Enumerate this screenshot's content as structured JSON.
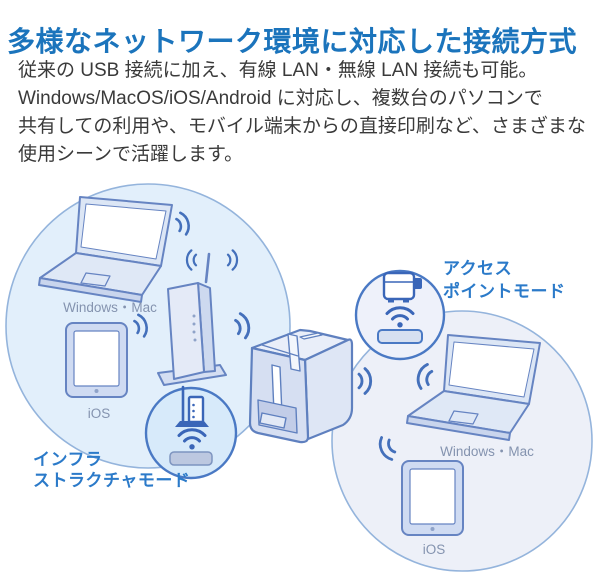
{
  "page": {
    "title": "多様なネットワーク環境に対応した接続方式",
    "description_lines": [
      "従来の USB 接続に加え、有線 LAN・無線 LAN 接続も可能。",
      "Windows/MacOS/iOS/Android に対応し、複数台のパソコンで",
      "共有しての利用や、モバイル端末からの直接印刷など、さまざまな",
      "使用シーンで活躍します。"
    ]
  },
  "diagram": {
    "infrastructure_mode": {
      "label_line1": "インフラ",
      "label_line2": "ストラクチャモード",
      "laptop_label": "Windows・Mac",
      "tablet_label": "iOS"
    },
    "access_point_mode": {
      "label_line1": "アクセス",
      "label_line2": "ポイントモード",
      "laptop_label": "Windows・Mac",
      "tablet_label": "iOS"
    },
    "icons": {
      "wifi_waves": "double-arc wifi signal",
      "wifi_broadcast": "dot with two arcs radiating up",
      "router_badge": "wireless router on stand over wifi and bar",
      "printer_badge": "label printer over wifi and bar",
      "devices": [
        "laptop",
        "tablet",
        "wifi-router",
        "label-printer"
      ]
    },
    "colors": {
      "title_blue": "#1b74bc",
      "mode_label_blue": "#2b7ac9",
      "outline_blue": "#6684c2",
      "icon_blue": "#3a66b8",
      "wifi_blue": "#4470bb",
      "device_label_gray": "#8493af",
      "left_circle_fill": "#e2effb",
      "right_circle_fill": "#edf0f8",
      "left_badge_fill": "#d7eafa",
      "right_badge_fill": "#eef1fa",
      "device_fill": "#dce6f5"
    }
  }
}
